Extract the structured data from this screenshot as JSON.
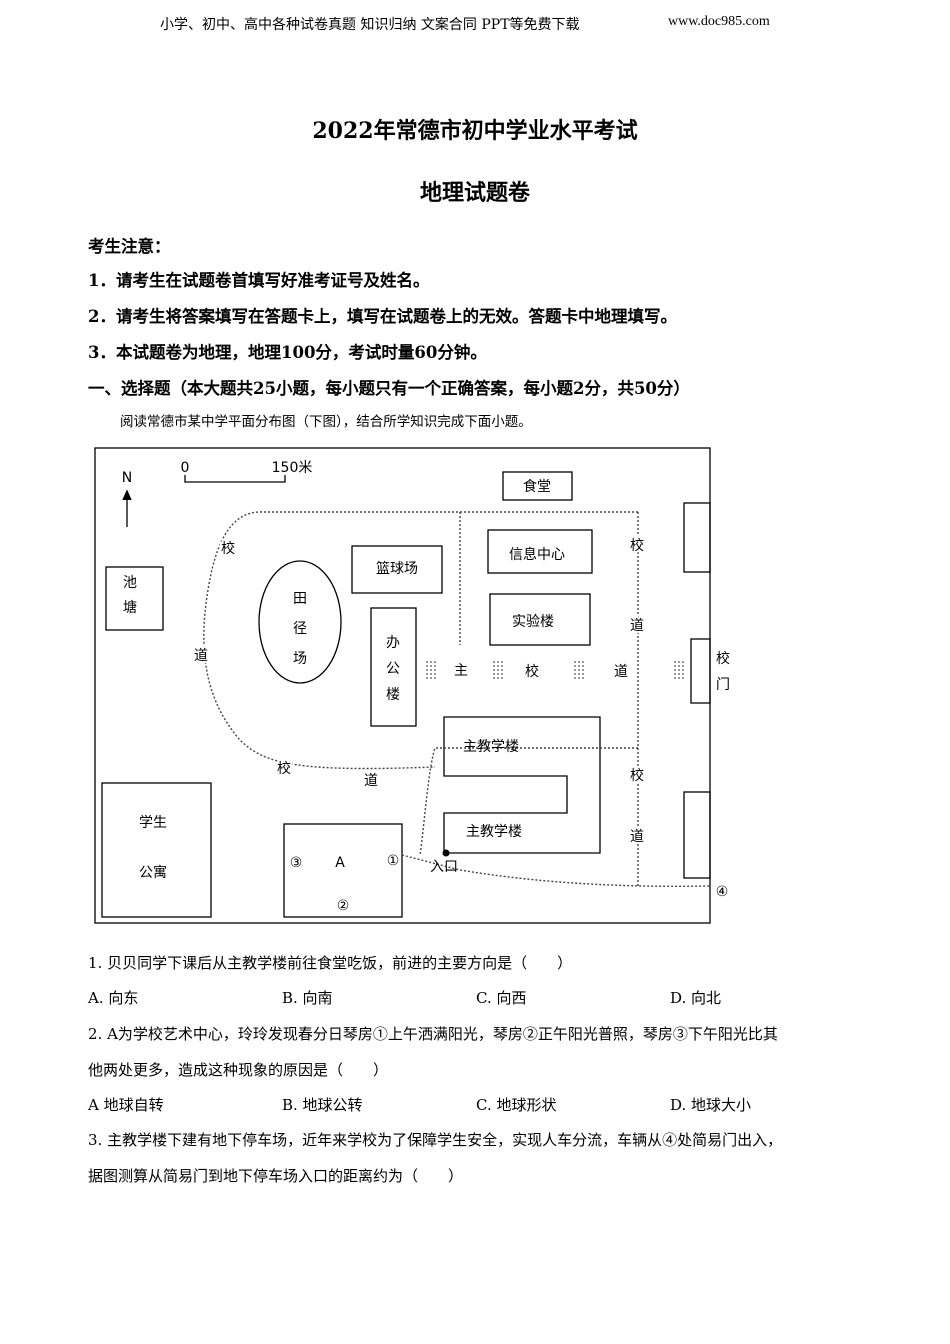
{
  "header": {
    "left": "小学、初中、高中各种试卷真题  知识归纳  文案合同  PPT等免费下载",
    "right": "www.doc985.com"
  },
  "title": "2022年常德市初中学业水平考试",
  "subtitle": "地理试题卷",
  "notice": {
    "heading": "考生注意：",
    "items": [
      "1．请考生在试题卷首填写好准考证号及姓名。",
      "2．请考生将答案填写在答题卡上，填写在试题卷上的无效。答题卡中地理填写。",
      "3．本试题卷为地理，地理100分，考试时量60分钟。"
    ]
  },
  "section": "一、选择题（本大题共25小题，每小题只有一个正确答案，每小题2分，共50分）",
  "intro": "阅读常德市某中学平面分布图（下图），结合所学知识完成下面小题。",
  "map": {
    "north": "N",
    "scale_zero": "0",
    "scale_end": "150米",
    "canteen": "食堂",
    "pond": [
      "池",
      "塘"
    ],
    "track": [
      "田",
      "径",
      "场"
    ],
    "basketball": "篮球场",
    "office": [
      "办",
      "公",
      "楼"
    ],
    "info_center": "信息中心",
    "lab": "实验楼",
    "main_building_1": "主教学楼",
    "main_building_2": "主教学楼",
    "entrance": "入口",
    "dorm": [
      "学生",
      "公寓"
    ],
    "art_center": "A",
    "points": [
      "①",
      "②",
      "③",
      "④"
    ],
    "gate": [
      "校",
      "门"
    ],
    "road_char_xiao": "校",
    "road_char_dao": "道",
    "road_char_zhu": "主"
  },
  "questions": [
    {
      "text": "1. 贝贝同学下课后从主教学楼前往食堂吃饭，前进的主要方向是（　　）",
      "options": [
        "A. 向东",
        "B. 向南",
        "C. 向西",
        "D. 向北"
      ]
    },
    {
      "text_lines": [
        "2. A为学校艺术中心，玲玲发现春分日琴房①上午洒满阳光，琴房②正午阳光普照，琴房③下午阳光比其",
        "他两处更多，造成这种现象的原因是（　　）"
      ],
      "options": [
        "A  地球自转",
        "B. 地球公转",
        "C. 地球形状",
        "D. 地球大小"
      ]
    },
    {
      "text_lines": [
        "3. 主教学楼下建有地下停车场，近年来学校为了保障学生安全，实现人车分流，车辆从④处简易门出入，",
        "据图测算从简易门到地下停车场入口的距离约为（　　）"
      ]
    }
  ]
}
